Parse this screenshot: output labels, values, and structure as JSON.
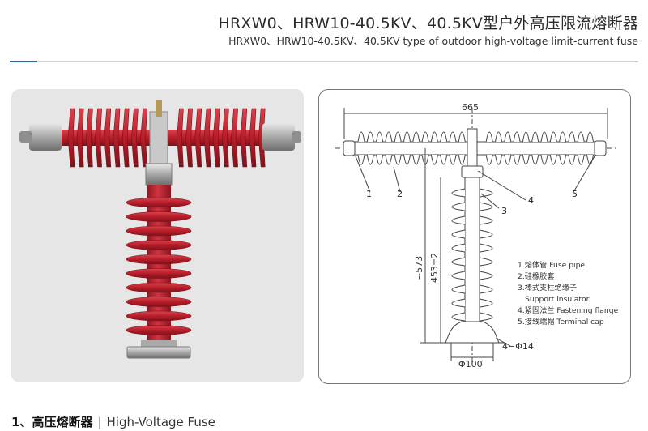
{
  "header": {
    "title_zh": "HRXW0、HRW10-40.5KV、40.5KV型户外高压限流熔断器",
    "title_en": "HRXW0、HRW10-40.5KV、40.5KV type of outdoor high-voltage limit-current fuse"
  },
  "colors": {
    "accent_blue": "#1f66c8",
    "insulator_red": "#b81e2a",
    "metal_grey": "#9a9a9a",
    "photo_background": "#e6e6e6"
  },
  "drawing": {
    "dimensions": {
      "overall_length": "665",
      "total_height": "~573",
      "insulator_height": "453±2",
      "base_diameter": "Φ100",
      "mounting_holes": "4−Φ14"
    },
    "callouts": [
      "1",
      "2",
      "3",
      "4",
      "5"
    ],
    "legend": [
      {
        "text": "1.熔体管 Fuse pipe"
      },
      {
        "text": "2.硅橡胶套"
      },
      {
        "text": "3.棒式支柱绝缘子"
      },
      {
        "text": "Support insulator"
      },
      {
        "text": "4.紧固法兰 Fastening flange"
      },
      {
        "text": "5.接线端帽 Terminal cap"
      }
    ]
  },
  "section_heading": {
    "number": "1、",
    "title_zh": "高压熔断器",
    "separator": "|",
    "title_en": "High-Voltage Fuse"
  }
}
